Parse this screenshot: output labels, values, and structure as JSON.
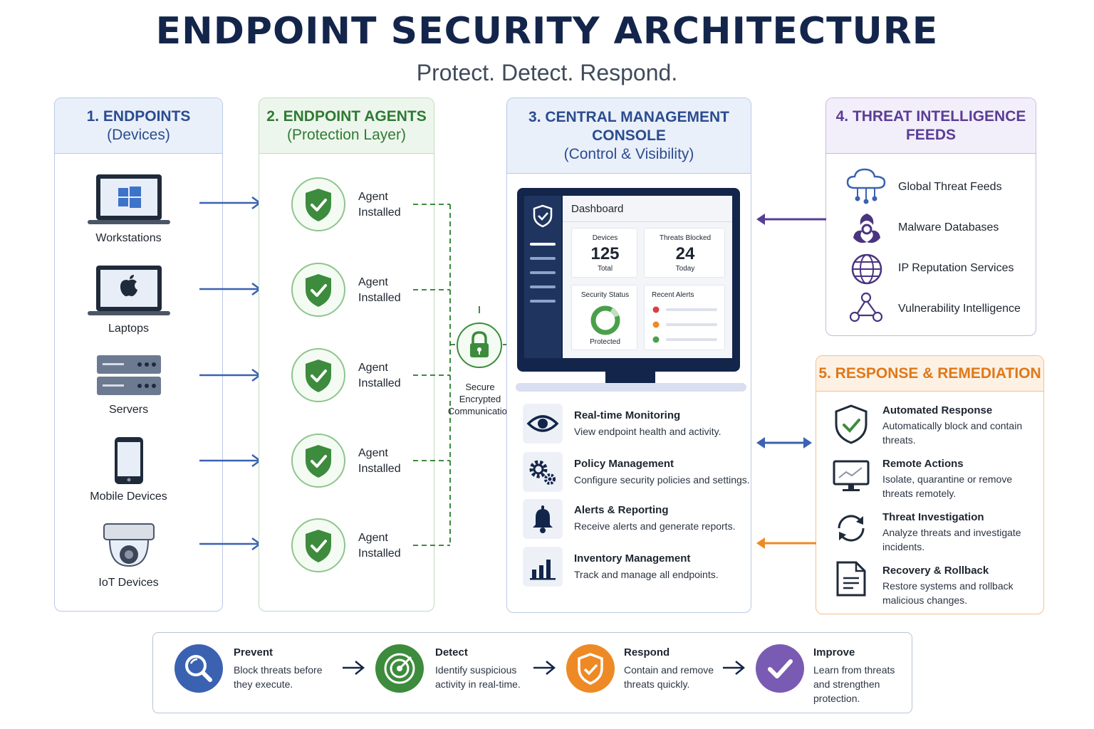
{
  "title": "ENDPOINT SECURITY ARCHITECTURE",
  "subtitle": "Protect. Detect. Respond.",
  "colors": {
    "navy": "#13254a",
    "blue": "#2b4c8f",
    "green": "#2f7a34",
    "purple": "#5a3d96",
    "orange": "#e07818"
  },
  "endpoints": {
    "heading": "1. ENDPOINTS",
    "subheading": "(Devices)",
    "items": [
      {
        "label": "Workstations",
        "icon": "windows-laptop-icon"
      },
      {
        "label": "Laptops",
        "icon": "apple-laptop-icon"
      },
      {
        "label": "Servers",
        "icon": "server-icon"
      },
      {
        "label": "Mobile Devices",
        "icon": "smartphone-icon"
      },
      {
        "label": "IoT Devices",
        "icon": "camera-icon"
      }
    ]
  },
  "agents": {
    "heading": "2. ENDPOINT AGENTS",
    "subheading": "(Protection Layer)",
    "items": [
      {
        "line1": "Agent",
        "line2": "Installed"
      },
      {
        "line1": "Agent",
        "line2": "Installed"
      },
      {
        "line1": "Agent",
        "line2": "Installed"
      },
      {
        "line1": "Agent",
        "line2": "Installed"
      },
      {
        "line1": "Agent",
        "line2": "Installed"
      }
    ],
    "connector": {
      "line1": "Secure",
      "line2": "Encrypted",
      "line3": "Communication"
    }
  },
  "console": {
    "heading_line1": "3. CENTRAL MANAGEMENT",
    "heading_line2": "CONSOLE",
    "subheading": "(Control & Visibility)",
    "dashboard": {
      "title": "Dashboard",
      "devices_label": "Devices",
      "devices_value": "125",
      "devices_caption": "Total",
      "threats_label": "Threats Blocked",
      "threats_value": "24",
      "threats_caption": "Today",
      "status_label": "Security Status",
      "status_caption": "Protected",
      "alerts_label": "Recent Alerts"
    },
    "features": [
      {
        "title": "Real-time Monitoring",
        "desc": "View endpoint health and activity.",
        "icon": "eye-icon"
      },
      {
        "title": "Policy Management",
        "desc": "Configure security policies and settings.",
        "icon": "gears-icon"
      },
      {
        "title": "Alerts & Reporting",
        "desc": "Receive alerts and generate reports.",
        "icon": "bell-icon"
      },
      {
        "title": "Inventory Management",
        "desc": "Track and manage all endpoints.",
        "icon": "bar-chart-icon"
      }
    ]
  },
  "threat_intel": {
    "heading_line1": "4. THREAT INTELLIGENCE",
    "heading_line2": "FEEDS",
    "items": [
      {
        "label": "Global Threat Feeds",
        "icon": "cloud-network-icon"
      },
      {
        "label": "Malware Databases",
        "icon": "biohazard-icon"
      },
      {
        "label": "IP Reputation Services",
        "icon": "globe-icon"
      },
      {
        "label": "Vulnerability Intelligence",
        "icon": "network-nodes-icon"
      }
    ]
  },
  "response": {
    "heading": "5. RESPONSE & REMEDIATION",
    "items": [
      {
        "title": "Automated Response",
        "desc": "Automatically block and contain threats.",
        "icon": "shield-check-icon"
      },
      {
        "title": "Remote Actions",
        "desc": "Isolate, quarantine or remove threats remotely.",
        "icon": "monitor-icon"
      },
      {
        "title": "Threat Investigation",
        "desc": "Analyze threats and investigate incidents.",
        "icon": "refresh-icon"
      },
      {
        "title": "Recovery & Rollback",
        "desc": "Restore systems and rollback malicious changes.",
        "icon": "document-icon"
      }
    ]
  },
  "lifecycle": [
    {
      "title": "Prevent",
      "desc": "Block threats before they execute.",
      "icon": "magnifier-icon",
      "color": "#3b62b0"
    },
    {
      "title": "Detect",
      "desc": "Identify suspicious activity in real-time.",
      "icon": "radar-icon",
      "color": "#3d8b3d"
    },
    {
      "title": "Respond",
      "desc": "Contain and remove threats quickly.",
      "icon": "shield-check-icon",
      "color": "#ee8a25"
    },
    {
      "title": "Improve",
      "desc": "Learn from threats and strengthen protection.",
      "icon": "checkmark-icon",
      "color": "#7a5bb3"
    }
  ]
}
